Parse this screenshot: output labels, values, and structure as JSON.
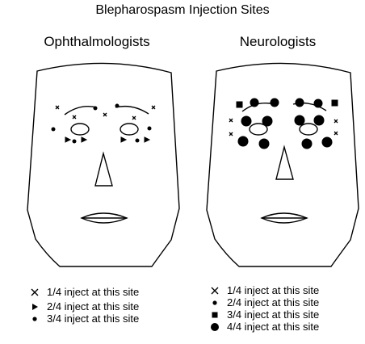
{
  "title": "Blepharospasm Injection Sites",
  "panels": [
    {
      "title": "Ophthalmologists"
    },
    {
      "title": "Neurologists"
    }
  ],
  "legend_left": [
    {
      "symbol": "x-mark",
      "text": "1/4 inject at this site"
    },
    {
      "symbol": "triangle",
      "text": "2/4 inject at this site"
    },
    {
      "symbol": "small-dot",
      "text": "3/4 inject at this site"
    }
  ],
  "legend_right": [
    {
      "symbol": "x-mark",
      "text": "1/4 inject at this site"
    },
    {
      "symbol": "small-dot",
      "text": "2/4 inject at this site"
    },
    {
      "symbol": "square",
      "text": "3/4 inject at this site"
    },
    {
      "symbol": "large-dot",
      "text": "4/4 inject at this site"
    }
  ]
}
